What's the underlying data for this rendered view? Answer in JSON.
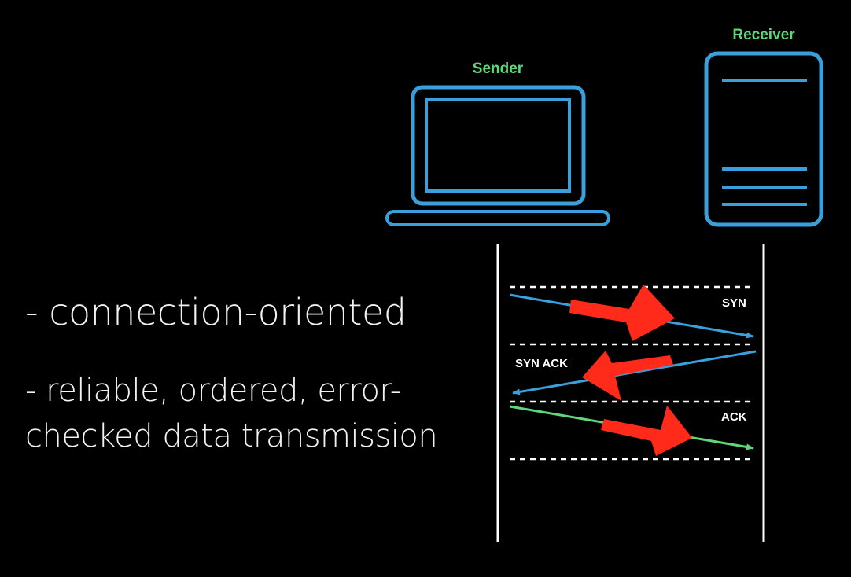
{
  "slide": {
    "background": "#000000",
    "bullets": [
      {
        "text": "- connection-oriented"
      },
      {
        "lines": [
          "- reliable, ordered, error-",
          "checked data transmission"
        ]
      }
    ]
  },
  "diagram": {
    "sender_label": "Sender",
    "receiver_label": "Receiver",
    "device_color": "#3aa0dc",
    "label_color": "#5fd67a",
    "messages": [
      {
        "label": "SYN",
        "direction": "sender-to-receiver",
        "color": "#3aa0dc"
      },
      {
        "label": "SYN ACK",
        "direction": "receiver-to-sender",
        "color": "#3aa0dc"
      },
      {
        "label": "ACK",
        "direction": "sender-to-receiver",
        "color": "#5fd67a"
      }
    ],
    "highlight_arrow_color": "#ff2a1a"
  }
}
